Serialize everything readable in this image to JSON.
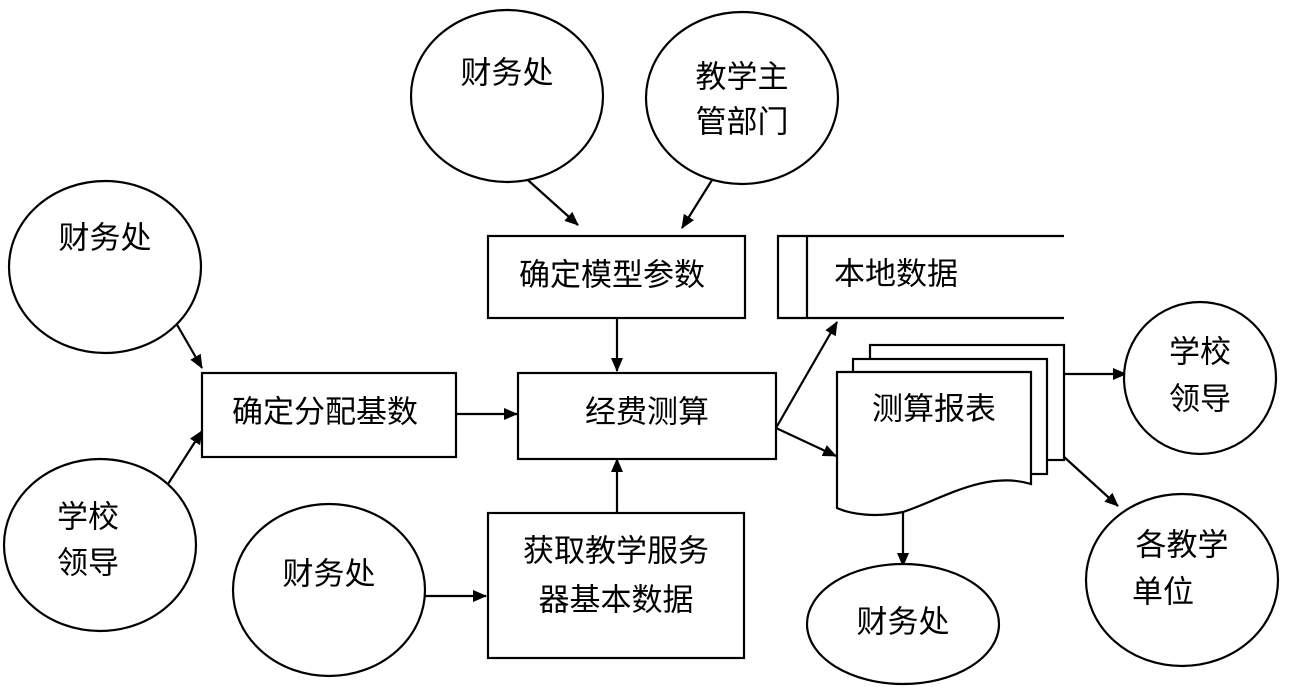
{
  "nodes": {
    "finance_top": {
      "lines": [
        "财务处"
      ]
    },
    "teaching_dept": {
      "lines": [
        "教学主",
        "管部门"
      ]
    },
    "finance_left": {
      "lines": [
        "财务处"
      ]
    },
    "school_leader_left": {
      "lines": [
        "学校",
        "领导"
      ]
    },
    "finance_bottom_left": {
      "lines": [
        "财务处"
      ]
    },
    "model_params": {
      "lines": [
        "确定模型参数"
      ]
    },
    "allocation_base": {
      "lines": [
        "确定分配基数"
      ]
    },
    "fund_calc": {
      "lines": [
        "经费测算"
      ]
    },
    "server_data": {
      "lines": [
        "获取教学服务",
        "器基本数据"
      ]
    },
    "local_data": {
      "lines": [
        "本地数据"
      ]
    },
    "calc_report": {
      "lines": [
        "测算报表"
      ]
    },
    "school_leader_right": {
      "lines": [
        "学校",
        "领导"
      ]
    },
    "teaching_units": {
      "lines": [
        "各教学",
        "单位"
      ]
    },
    "finance_bottom_right": {
      "lines": [
        "财务处"
      ]
    }
  },
  "colors": {
    "stroke": "#000000",
    "fill": "#ffffff"
  }
}
